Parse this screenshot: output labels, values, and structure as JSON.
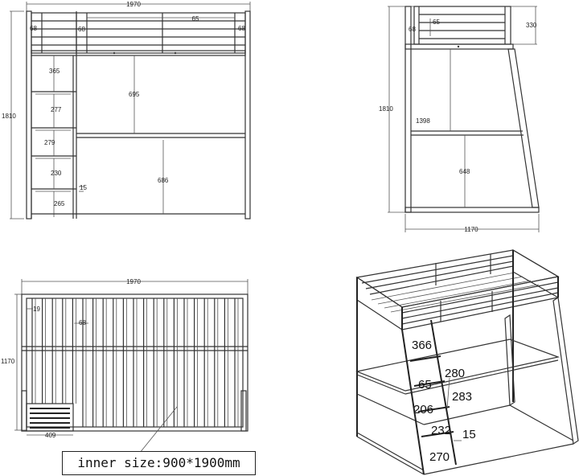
{
  "front_view": {
    "width": "1970",
    "height": "1810",
    "rail_spacing_left": "68",
    "rail_spacing_mid": "68",
    "rail_spacing_right": "68",
    "rail_gap": "65",
    "desk_top_height": "695",
    "desk_lower_height": "686",
    "ladder_steps": [
      "365",
      "277",
      "279",
      "230",
      "265"
    ],
    "ladder_step_gap": "15"
  },
  "side_view": {
    "height": "1810",
    "rail_spacing": "68",
    "rail_gap": "65",
    "rail_height": "330",
    "desk_height": "1398",
    "lower_height": "648",
    "depth": "1170"
  },
  "top_view": {
    "width": "1970",
    "depth": "1170",
    "slat_spacing": "68",
    "end_gap": "19",
    "ladder_width": "409"
  },
  "perspective_view": {
    "ladder_steps": [
      "366",
      "65",
      "206",
      "232",
      "270"
    ],
    "ladder_depths": [
      "280",
      "283"
    ],
    "rung_gap": "15"
  },
  "caption": "inner size:900*1900mm"
}
